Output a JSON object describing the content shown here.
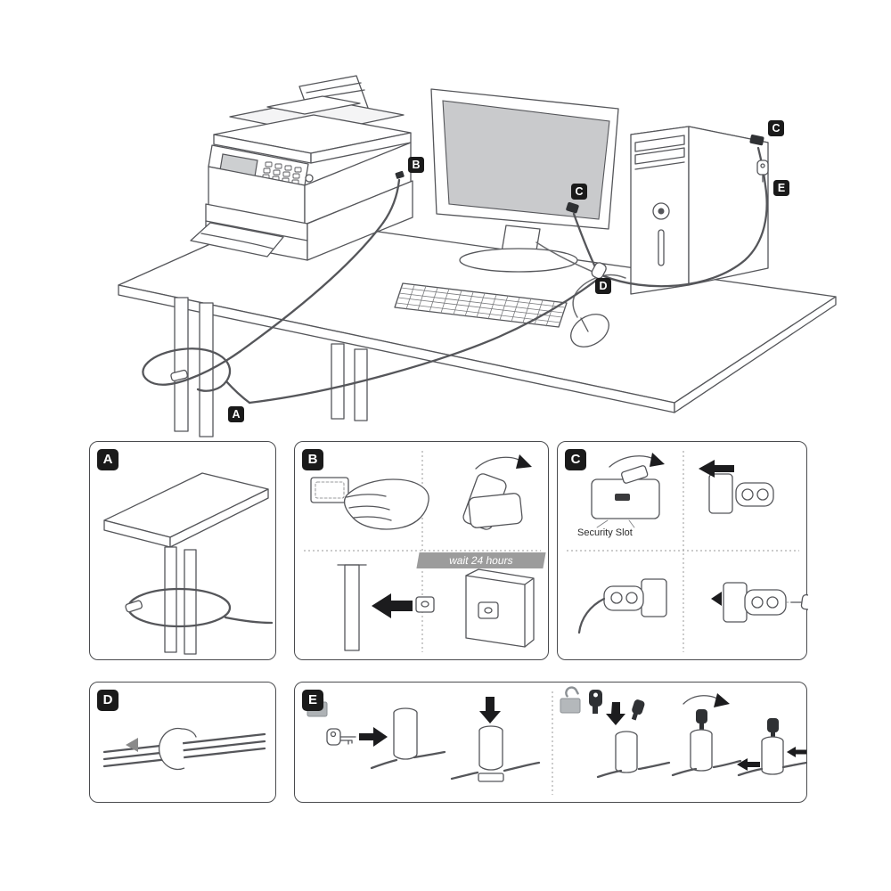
{
  "doc": {
    "type": "hardware-security-cable-lock-instruction-diagram"
  },
  "callouts": {
    "a": "A",
    "b": "B",
    "c_monitor": "C",
    "c_tower": "C",
    "d": "D",
    "e": "E"
  },
  "panels": {
    "a": {
      "label": "A"
    },
    "b": {
      "label": "B",
      "banner": "wait 24 hours"
    },
    "c": {
      "label": "C",
      "slot_label": "Security Slot"
    },
    "d": {
      "label": "D"
    },
    "e": {
      "label": "E"
    }
  },
  "colors": {
    "line": "#55565a",
    "badge_bg": "#1a1a1a",
    "badge_text": "#ffffff",
    "banner_bg": "#9c9c9c",
    "screen_fill": "#c9cacc"
  }
}
